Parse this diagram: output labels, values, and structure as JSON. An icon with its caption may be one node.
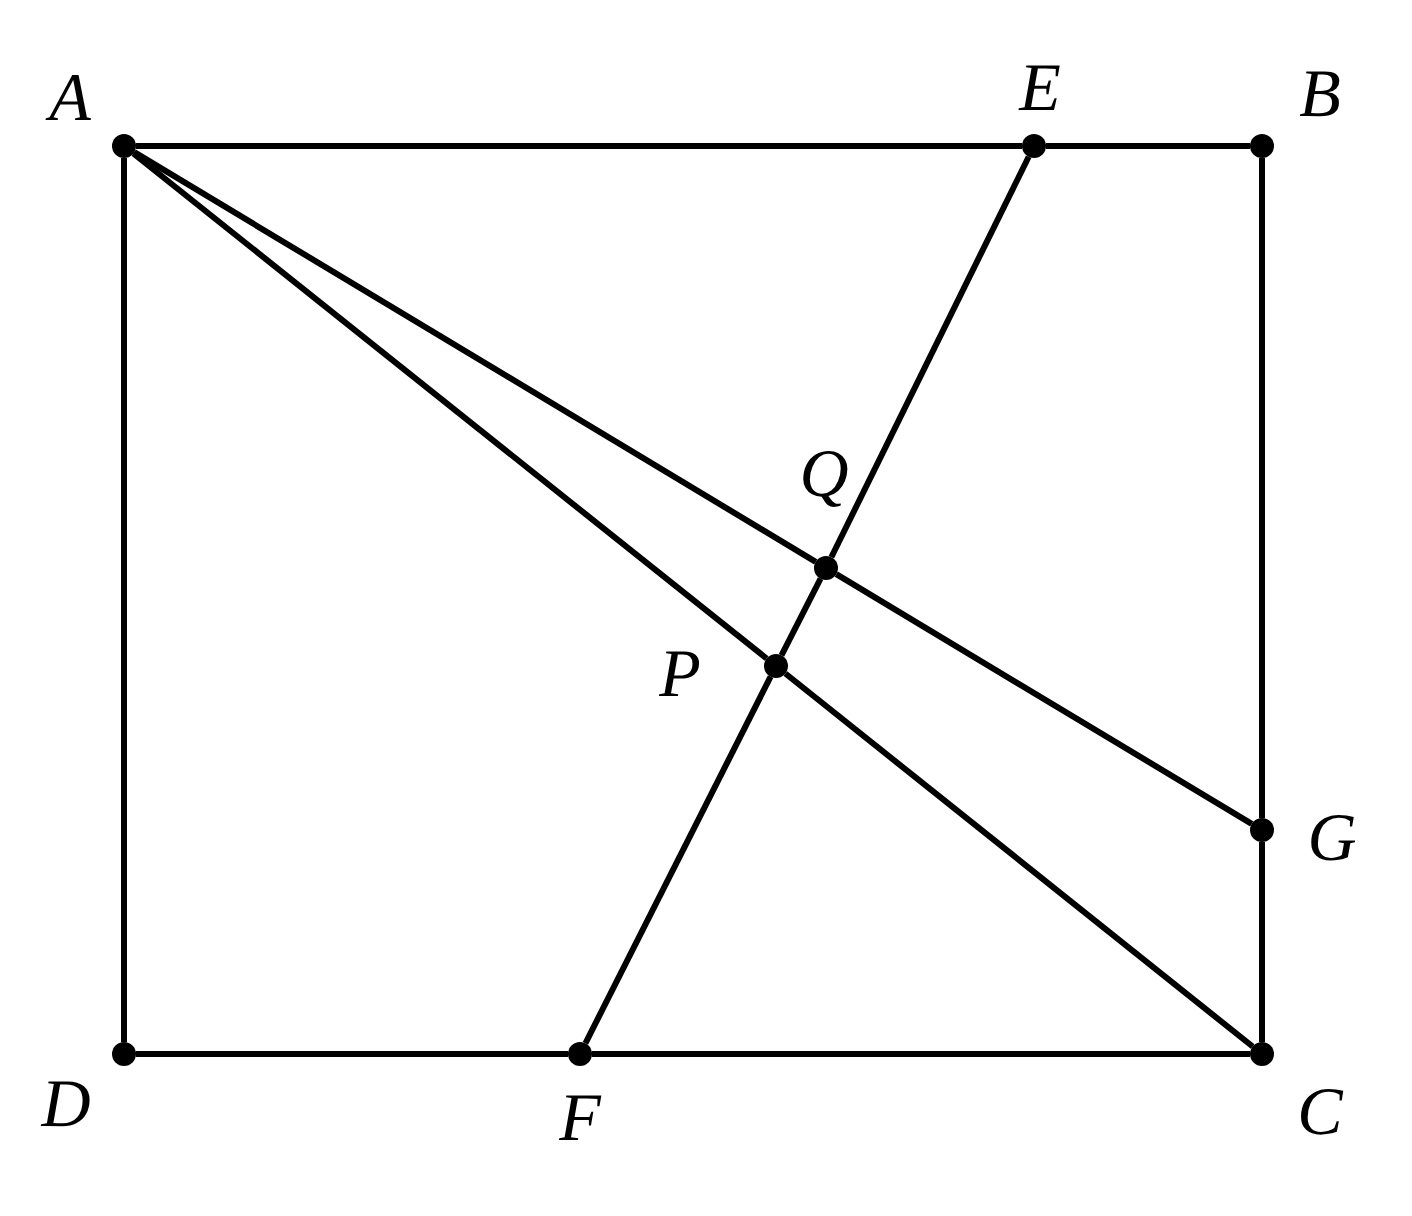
{
  "diagram": {
    "nodes": [
      {
        "text": [],
        "shape": "circle",
        "beside": [
          "A"
        ]
      },
      {
        "text": [],
        "shape": "circle",
        "beside": [
          "E"
        ]
      },
      {
        "text": [],
        "shape": "circle",
        "beside": [
          "B"
        ]
      },
      {
        "text": [],
        "shape": "circle",
        "beside": [
          "Q"
        ]
      },
      {
        "text": [],
        "shape": "circle",
        "beside": [
          "P"
        ]
      },
      {
        "text": [],
        "shape": "circle",
        "beside": [
          "G"
        ]
      },
      {
        "text": [],
        "shape": "circle",
        "beside": [
          "D"
        ]
      },
      {
        "text": [],
        "shape": "circle",
        "beside": [
          "F"
        ]
      },
      {
        "text": [],
        "shape": "circle",
        "beside": [
          "C"
        ]
      }
    ],
    "edges": [
      {
        "from": 0,
        "to": 1,
        "arrow": "none"
      },
      {
        "from": 1,
        "to": 2,
        "arrow": "none"
      },
      {
        "from": 2,
        "to": 5,
        "arrow": "none"
      },
      {
        "from": 5,
        "to": 8,
        "arrow": "none"
      },
      {
        "from": 8,
        "to": 7,
        "arrow": "none"
      },
      {
        "from": 7,
        "to": 6,
        "arrow": "none"
      },
      {
        "from": 6,
        "to": 0,
        "arrow": "none"
      },
      {
        "from": 0,
        "to": 3,
        "arrow": "none"
      },
      {
        "from": 3,
        "to": 5,
        "arrow": "none"
      },
      {
        "from": 0,
        "to": 4,
        "arrow": "none"
      },
      {
        "from": 4,
        "to": 8,
        "arrow": "none"
      },
      {
        "from": 1,
        "to": 3,
        "arrow": "none"
      },
      {
        "from": 3,
        "to": 4,
        "arrow": "none"
      },
      {
        "from": 4,
        "to": 7,
        "arrow": "none"
      }
    ]
  }
}
